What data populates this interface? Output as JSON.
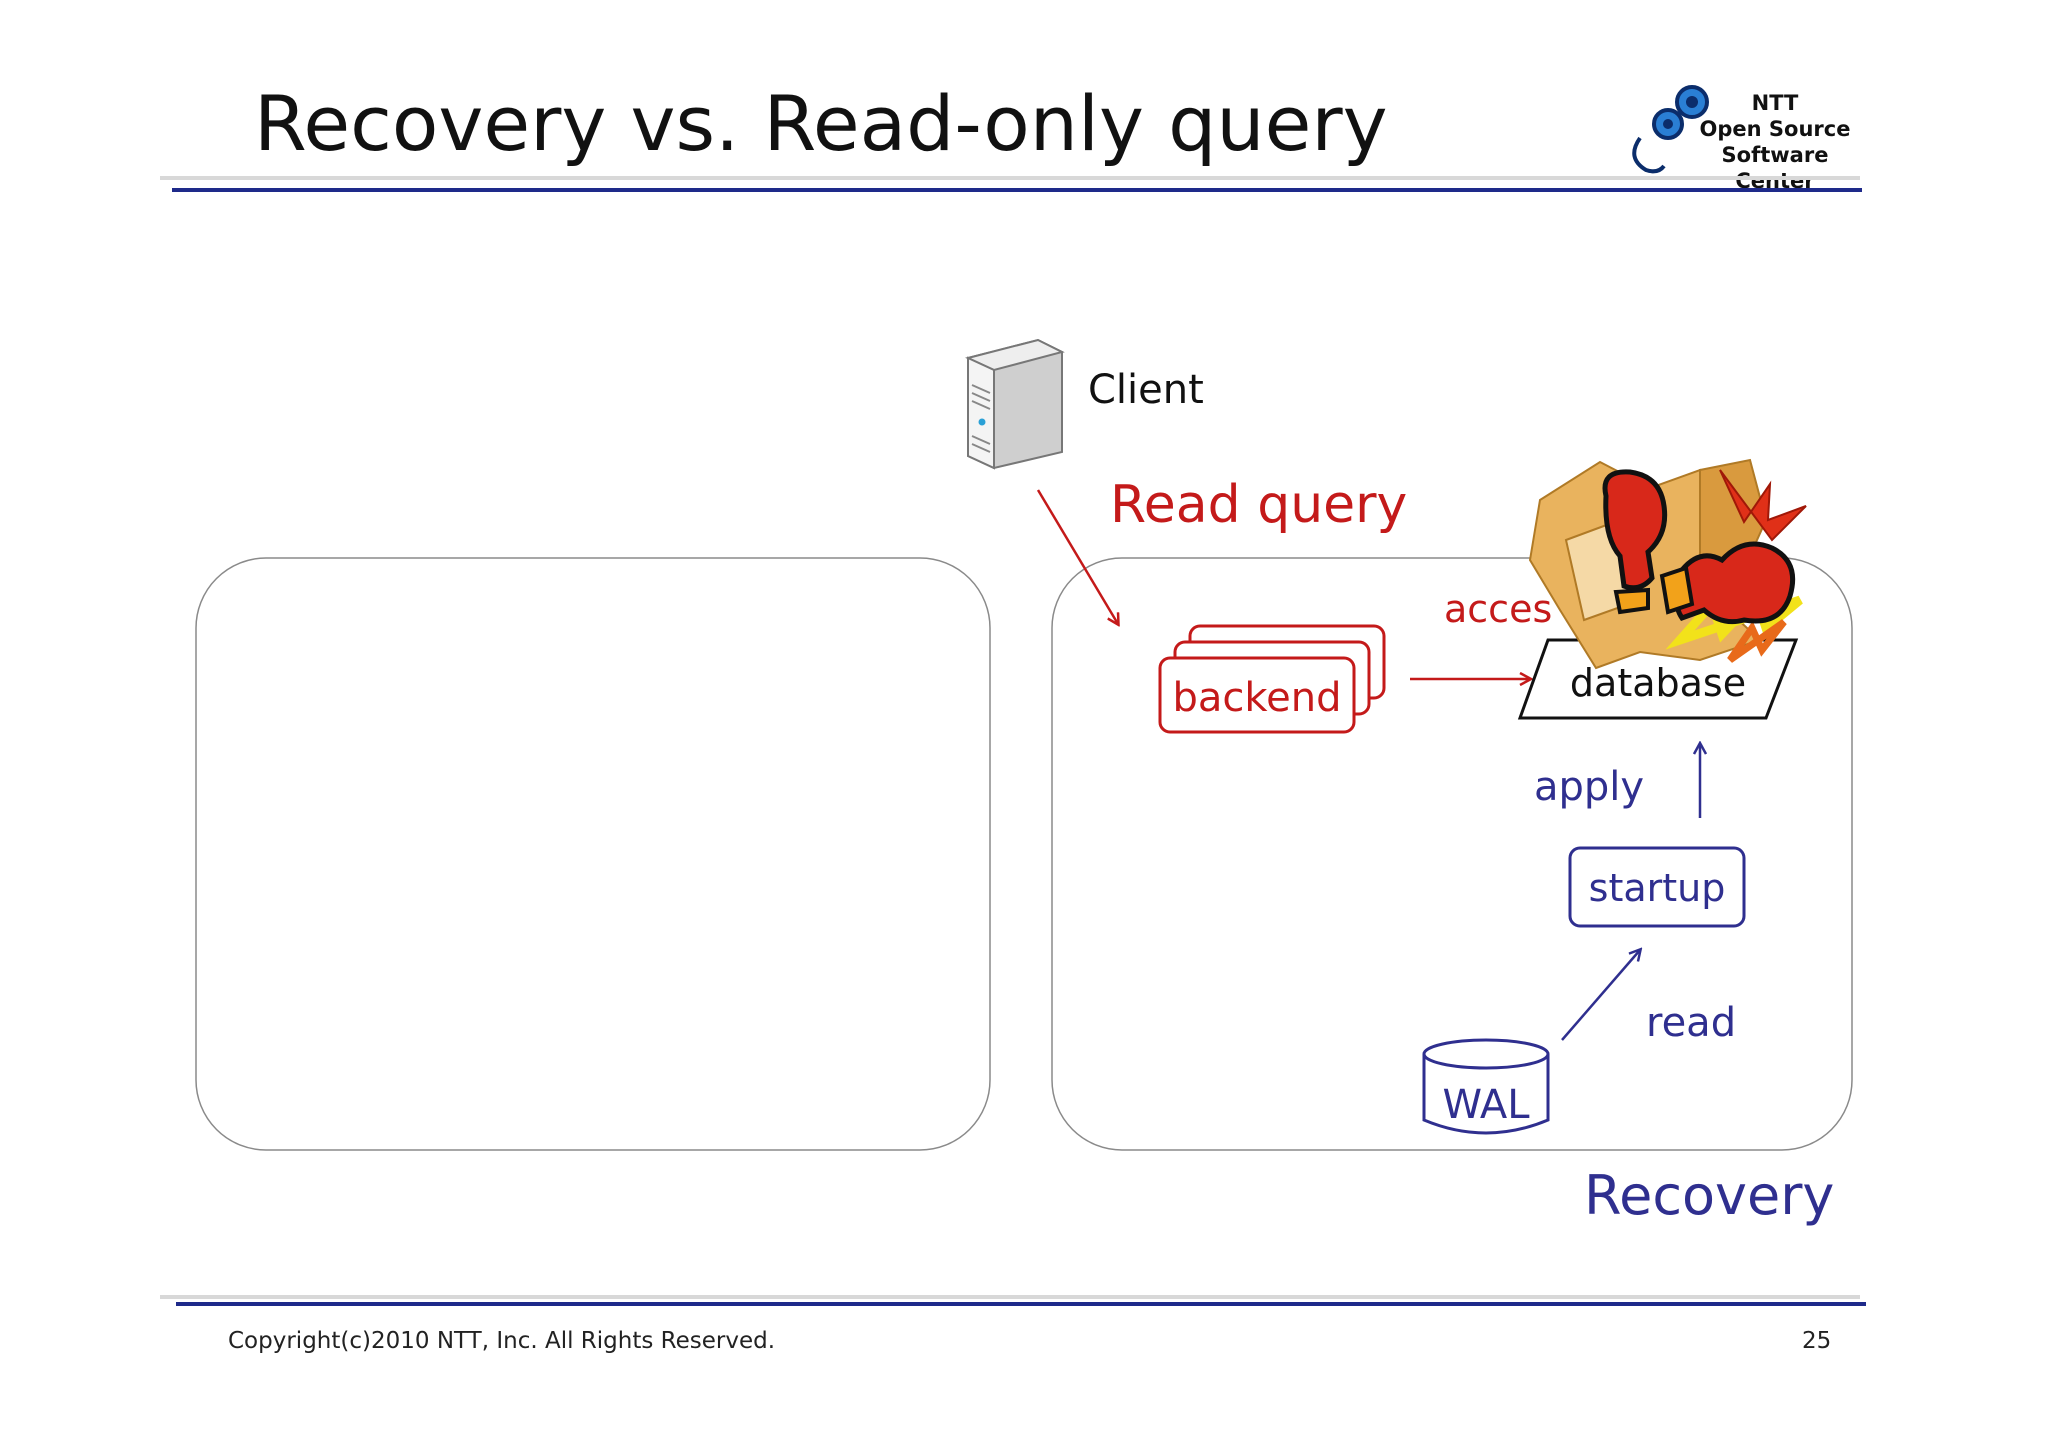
{
  "slide": {
    "title": "Recovery vs. Read-only query",
    "page_number": "25",
    "copyright": "Copyright(c)2010 NTT, Inc. All Rights Reserved."
  },
  "logo": {
    "line1": "NTT",
    "line2": "Open Source",
    "line3": "Software Center"
  },
  "diagram": {
    "client_label": "Client",
    "read_query_label": "Read query",
    "access_label": "acces",
    "backend_label": "backend",
    "database_label": "database",
    "apply_label": "apply",
    "startup_label": "startup",
    "read_label": "read",
    "wal_label": "WAL",
    "recovery_label": "Recovery"
  },
  "colors": {
    "red": "#c41a1a",
    "navy": "#2f2f8f",
    "rule_blue": "#1e2a8a"
  }
}
